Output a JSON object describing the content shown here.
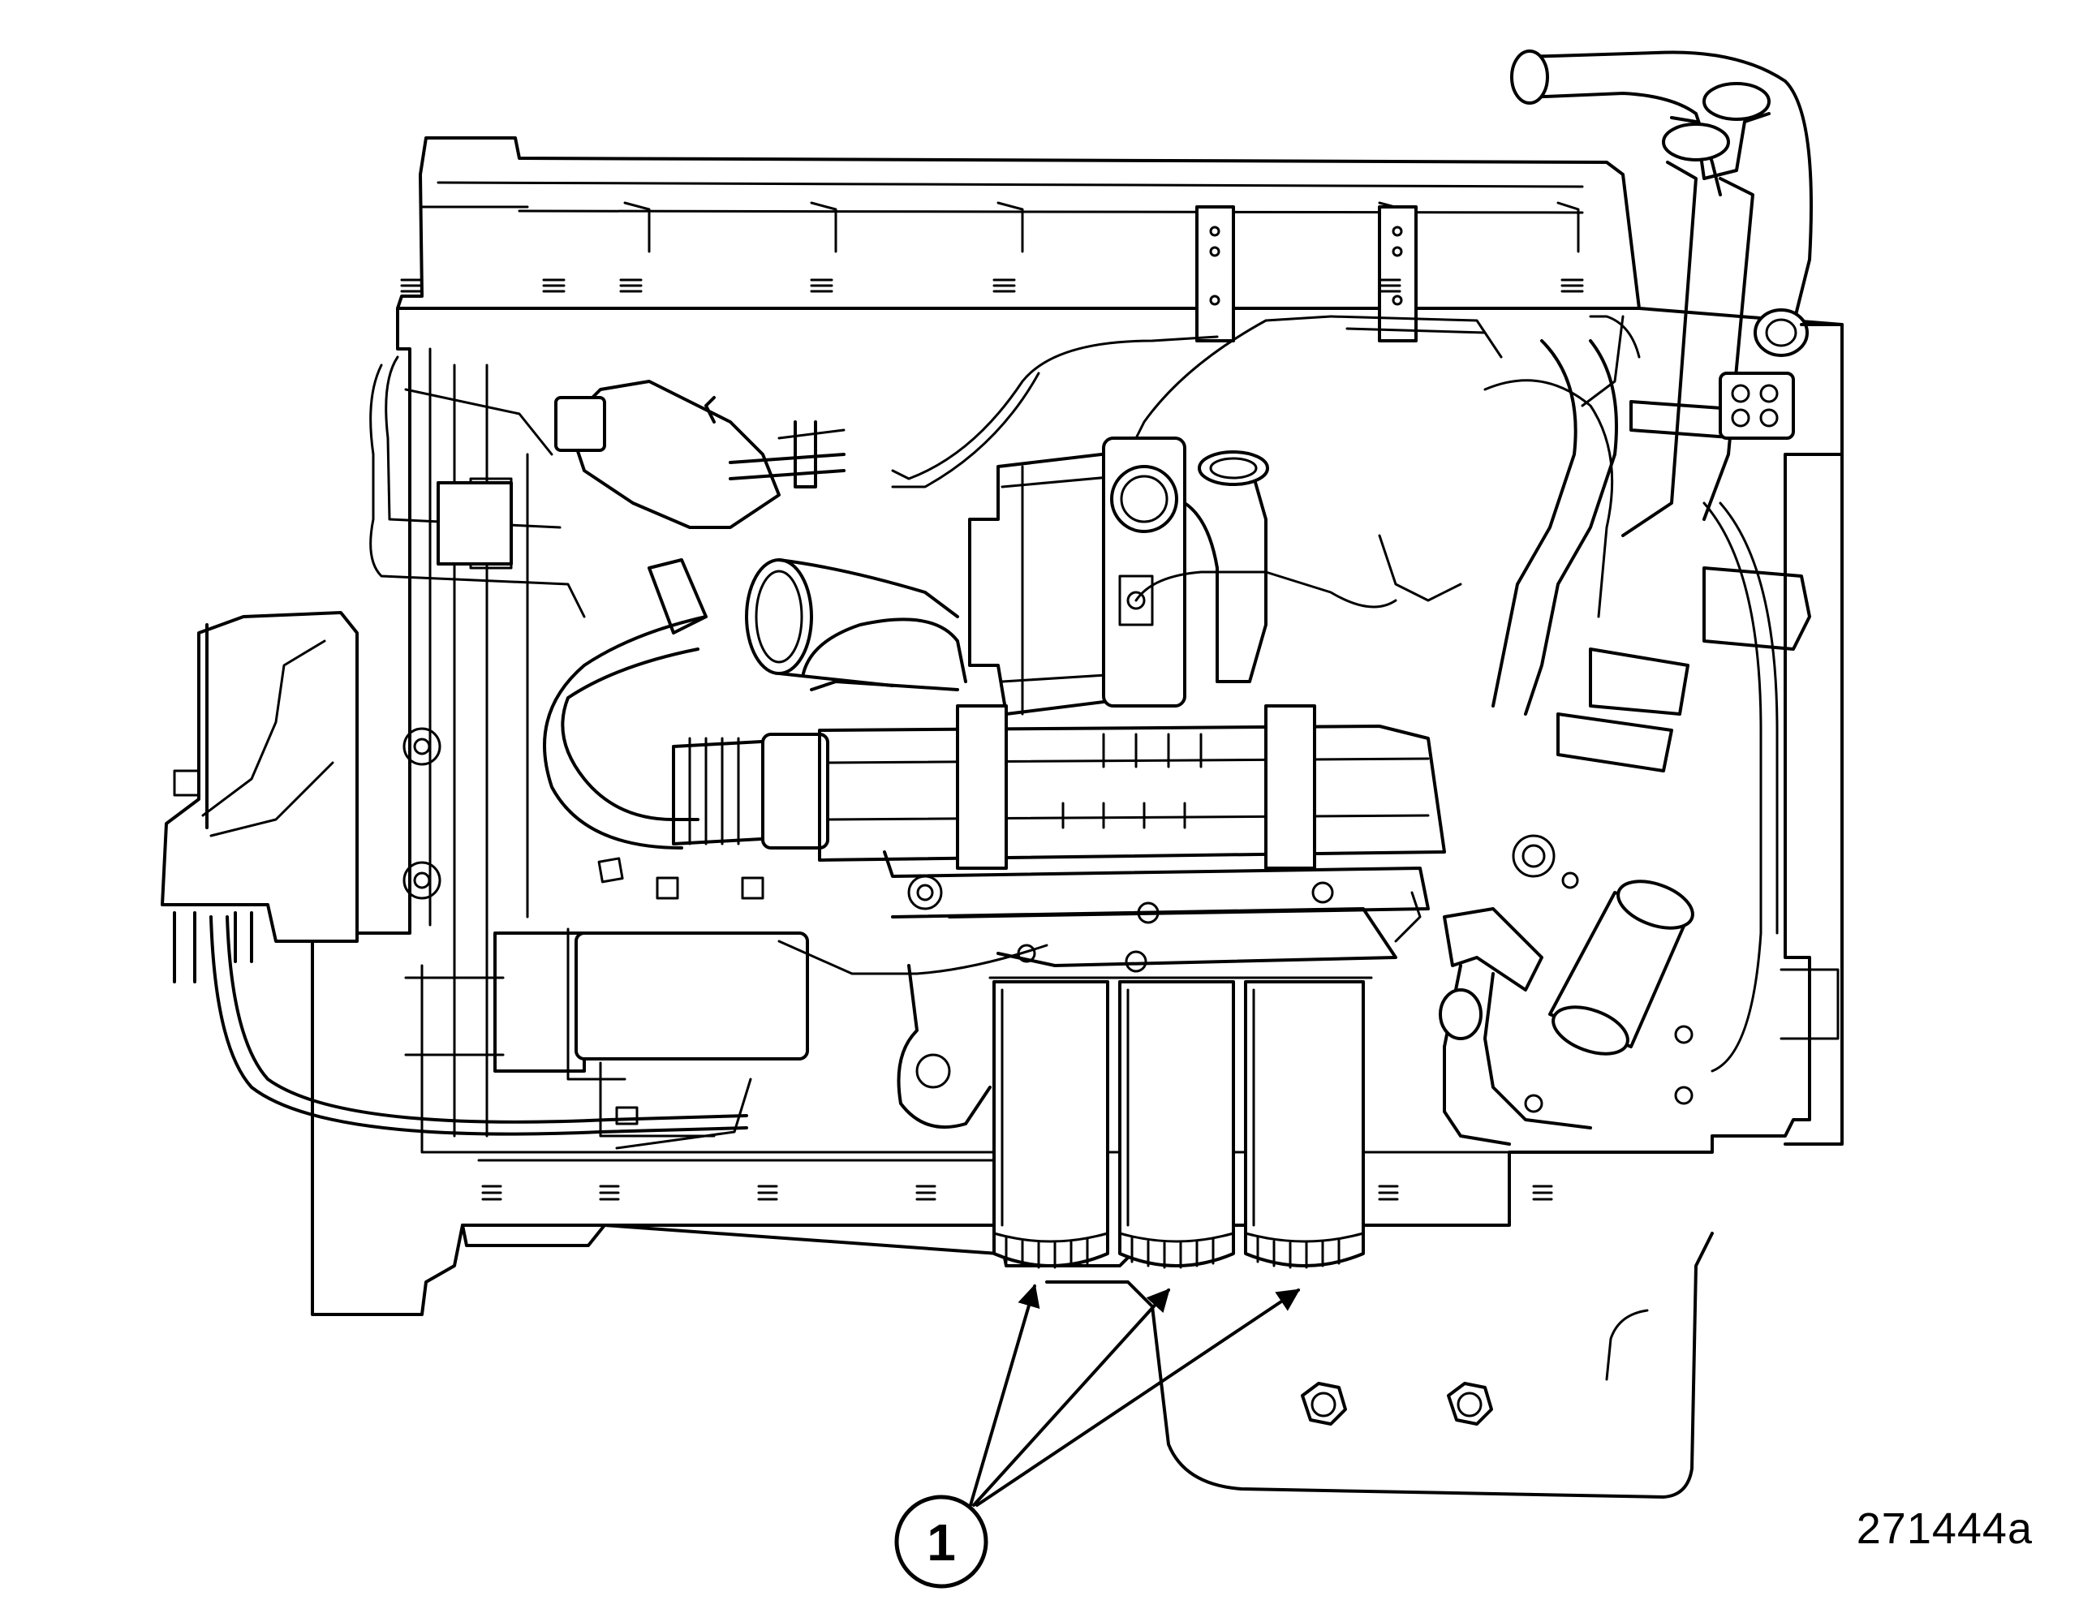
{
  "figure": {
    "id_label": "271444a"
  },
  "callouts": [
    {
      "number": "1",
      "refers_to": "oil-filters",
      "target_count": 3
    }
  ],
  "colors": {
    "line": "#000000",
    "background": "#ffffff"
  }
}
